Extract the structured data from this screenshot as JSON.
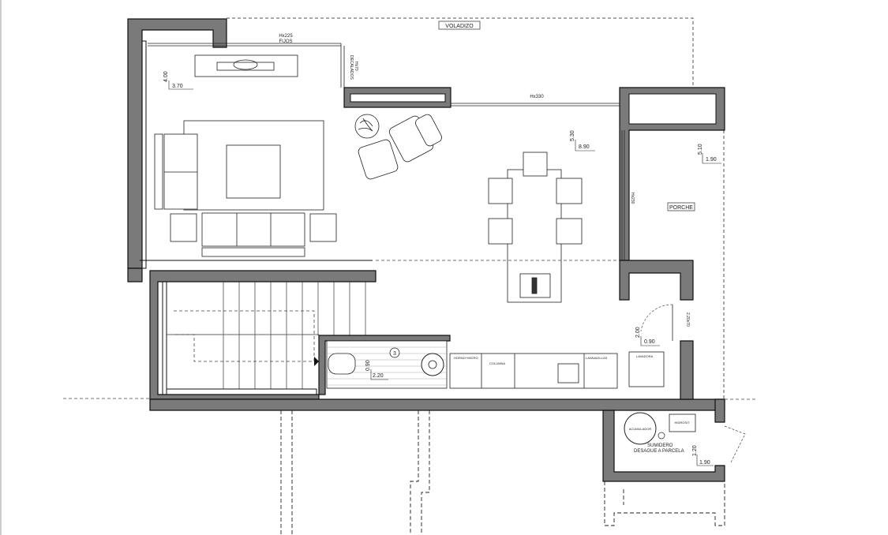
{
  "plan": {
    "labels": {
      "voladizo": "VOLADIZO",
      "porche": "PORCHE",
      "window_top_left_a": "Hx225",
      "window_top_left_b": "FIJOS",
      "window_side": "Hx70",
      "window_side_b": "DECALADOS",
      "window_top_center": "Hx330",
      "window_right_vertical": "Hx230",
      "door_small": "2.20x70",
      "bath_number": "3",
      "acumulador": "ACUMULADOR",
      "hidrosit": "HIDROSIT",
      "sumidero": "SUMIDERO",
      "desague": "DESAGUE A PARCELA",
      "kitchen_1": "HORNO+MICRO",
      "kitchen_2": "COLUMNA",
      "kitchen_3": "LAVAVAJILLAS",
      "kitchen_4": "LAVADORA"
    },
    "dimensions": {
      "living_h": "4.00",
      "living_w": "3.70",
      "dining_h": "5.30",
      "dining_w": "8.90",
      "porch_h": "5.10",
      "porch_w": "1.90",
      "bath_h": "0.90",
      "bath_w": "2.20",
      "laundry_h": "2.00",
      "laundry_w": "0.90",
      "utility_h": "1.20",
      "utility_w": "1.90"
    }
  }
}
